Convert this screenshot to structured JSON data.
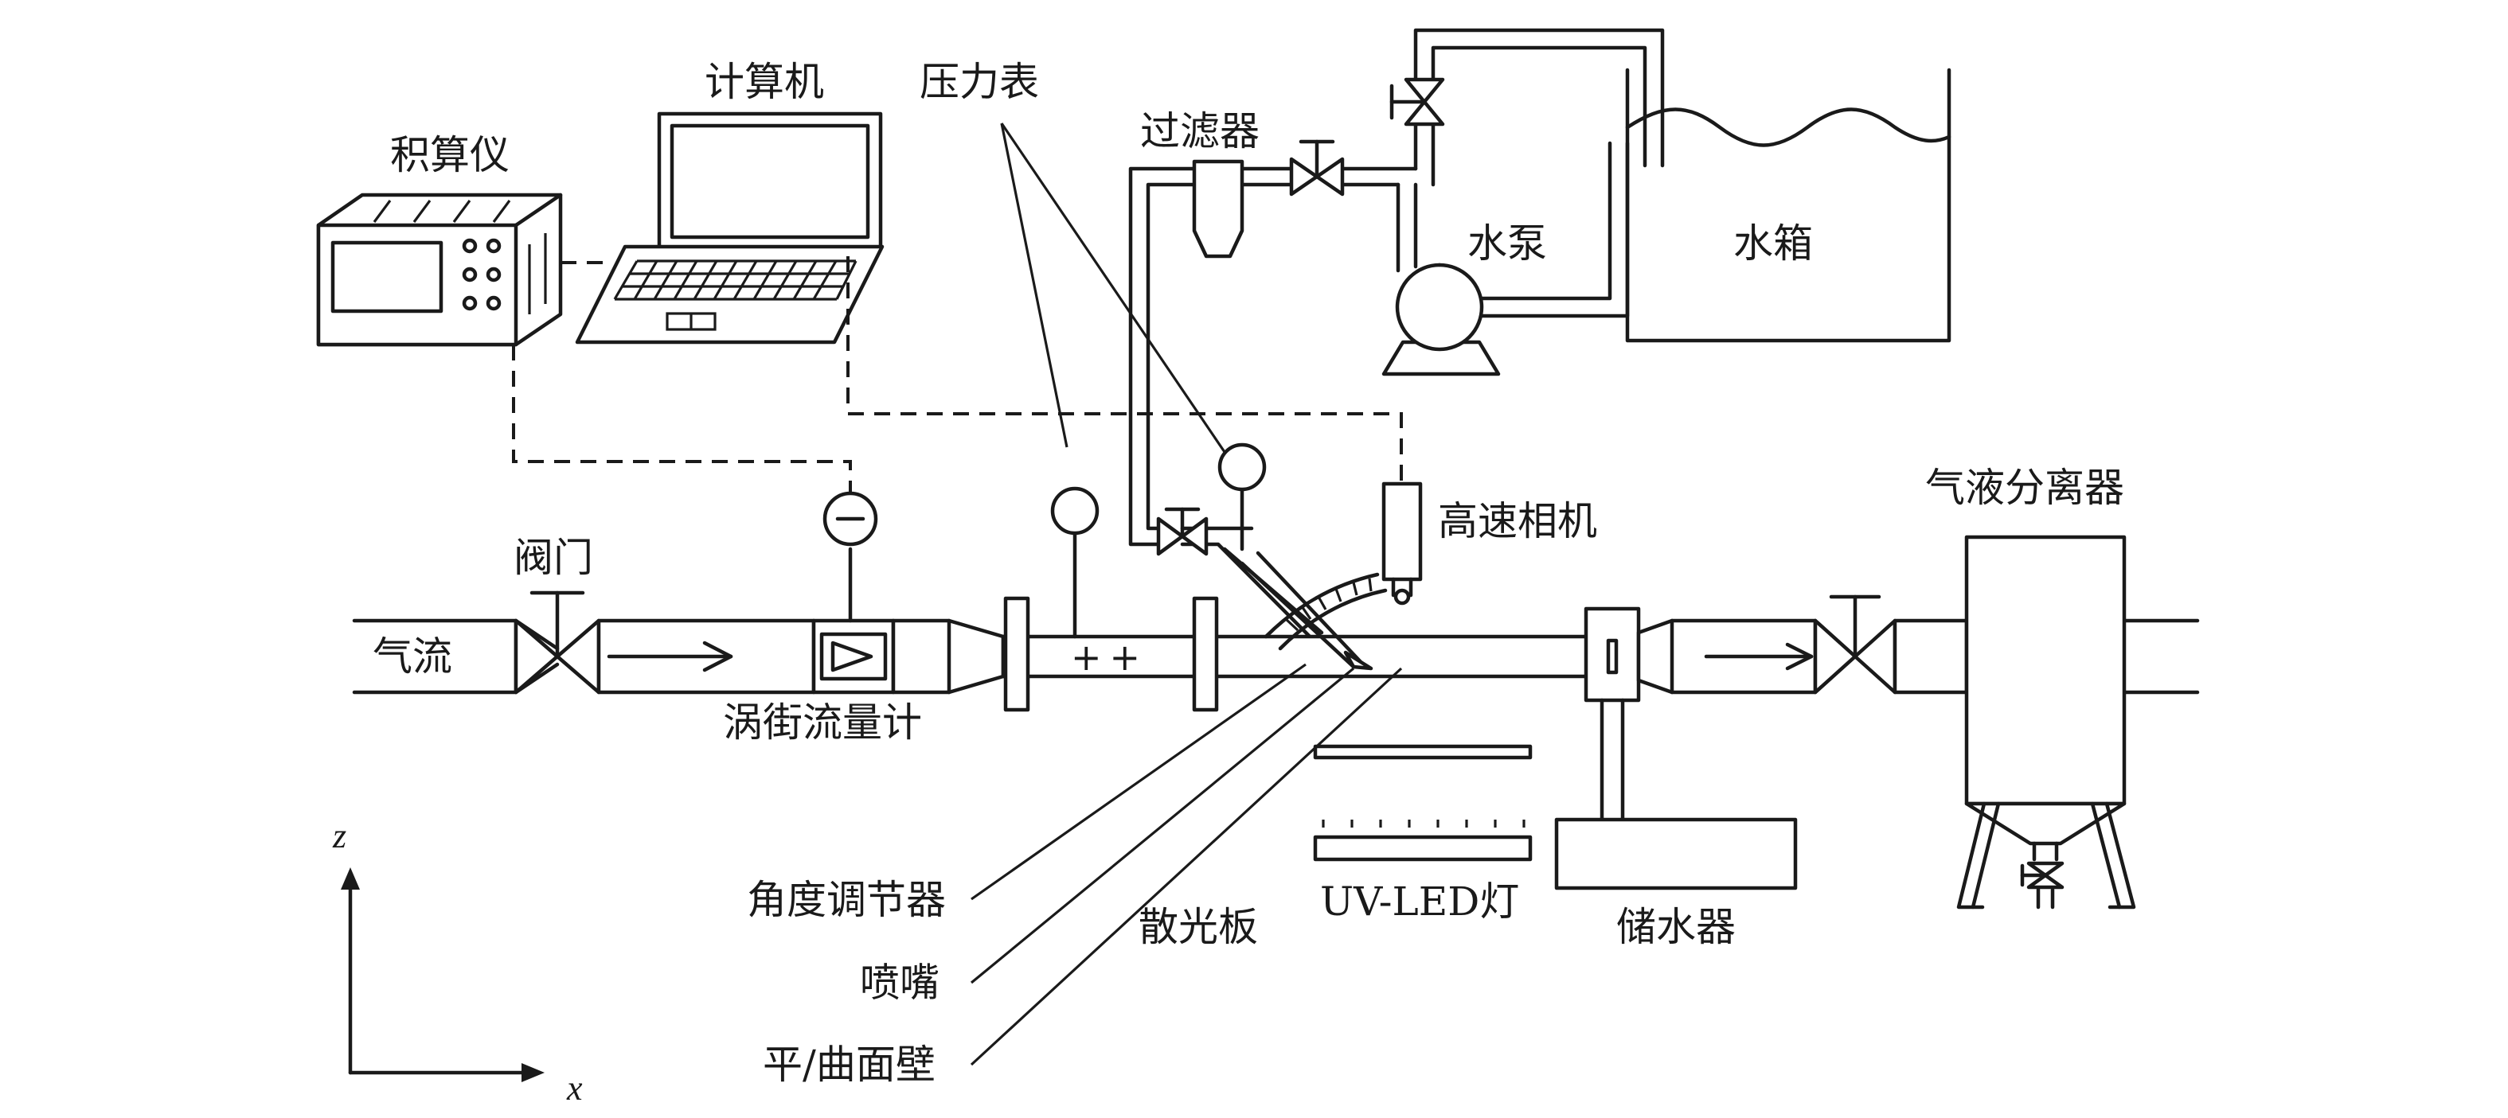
{
  "labels": {
    "integrator": "积算仪",
    "computer": "计算机",
    "pressure_gauge": "压力表",
    "filter": "过滤器",
    "water_pump": "水泵",
    "water_tank": "水箱",
    "valve": "阀门",
    "airflow": "气流",
    "vortex_flowmeter": "涡街流量计",
    "high_speed_camera": "高速相机",
    "gas_liquid_separator": "气液分离器",
    "angle_adjuster": "角度调节器",
    "nozzle": "喷嘴",
    "wall": "平/曲面壁",
    "diffuser_plate": "散光板",
    "uv_led_lamp": "UV-LED灯",
    "water_reservoir": "储水器",
    "flowmeter_mark": "++"
  },
  "axes": {
    "z": "z",
    "x": "x"
  }
}
